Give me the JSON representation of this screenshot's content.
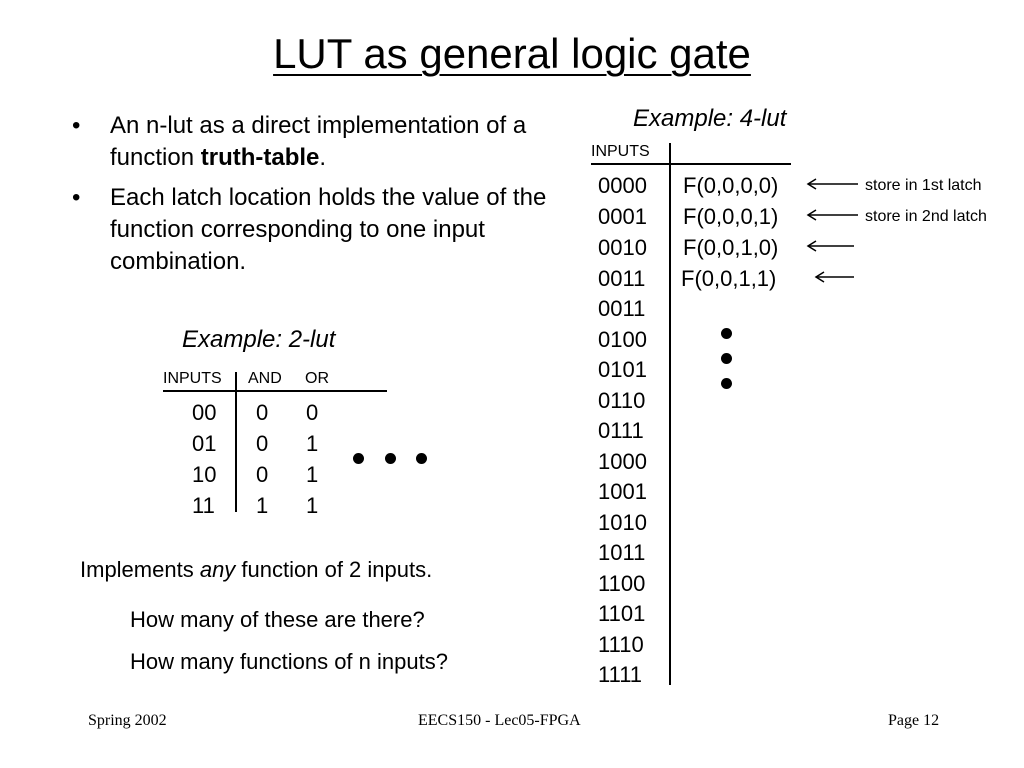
{
  "title": "LUT as general logic gate",
  "bullets": [
    {
      "text": "An n-lut as a direct implementation of a function ",
      "bold": "truth-table",
      "after": "."
    },
    {
      "text": "Each latch location holds the value of the function corresponding to one input combination.",
      "bold": "",
      "after": ""
    }
  ],
  "bullet_symbol": "•",
  "lut2": {
    "caption": "Example: 2-lut",
    "headers": [
      "INPUTS",
      "AND",
      "OR"
    ],
    "rows": [
      [
        "00",
        "0",
        "0"
      ],
      [
        "01",
        "0",
        "1"
      ],
      [
        "10",
        "0",
        "1"
      ],
      [
        "11",
        "1",
        "1"
      ]
    ]
  },
  "implements": {
    "pre": "Implements ",
    "em": "any",
    "post": " function of 2 inputs."
  },
  "questions": [
    "How many of these  are there?",
    "How many functions of n inputs?"
  ],
  "lut4": {
    "caption": "Example: 4-lut",
    "header": "INPUTS",
    "inputs": [
      "0000",
      "0001",
      "0010",
      "0011",
      "0011",
      "0100",
      "0101",
      "0110",
      "0111",
      "1000",
      "1001",
      "1010",
      "1011",
      "1100",
      "1101",
      "1110",
      "1111"
    ],
    "values": [
      "F(0,0,0,0)",
      "F(0,0,0,1)",
      "F(0,0,1,0)",
      "F(0,0,1,1)"
    ],
    "notes": [
      "store in 1st latch",
      "store in 2nd latch"
    ]
  },
  "footer": {
    "left": "Spring 2002",
    "center": "EECS150 - Lec05-FPGA",
    "right": "Page 12"
  }
}
